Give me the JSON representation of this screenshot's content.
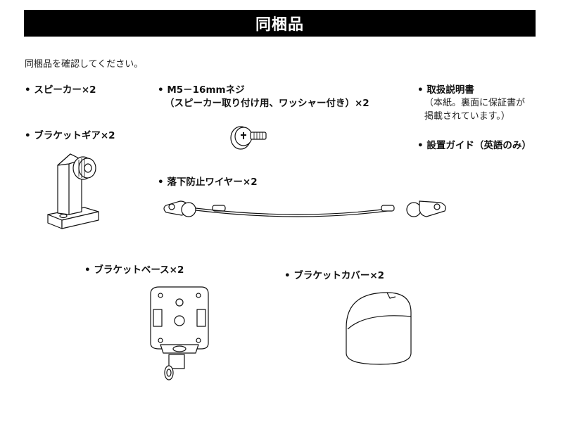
{
  "header": {
    "title": "同梱品"
  },
  "intro": "同梱品を確認してください。",
  "items": {
    "speaker": "• スピーカー×2",
    "screw_line1": "• M5－16mmネジ",
    "screw_line2": "（スピーカー取り付け用、ワッシャー付き）×2",
    "manual": "• 取扱説明書",
    "manual_note_line1": "（本紙。裏面に保証書が",
    "manual_note_line2": "掲載されています。）",
    "setup_guide": "• 設置ガイド（英語のみ）",
    "bracket_gear": "• ブラケットギア×2",
    "safety_wire": "• 落下防止ワイヤー×2",
    "bracket_base": "• ブラケットベース×2",
    "bracket_cover": "• ブラケットカバー×2"
  },
  "icons": {
    "bracket_gear": "bracket-gear-illustration",
    "screw": "screw-illustration",
    "safety_wire": "safety-wire-illustration",
    "bracket_base": "bracket-base-illustration",
    "bracket_cover": "bracket-cover-illustration"
  }
}
